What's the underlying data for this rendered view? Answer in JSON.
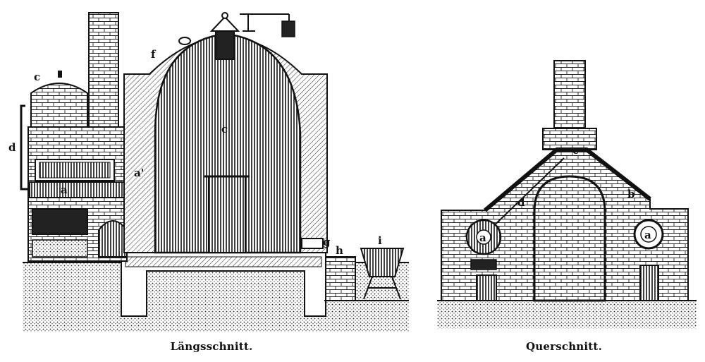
{
  "captions": {
    "left": "Längsschnitt.",
    "right": "Querschnitt."
  },
  "labels": {
    "long": {
      "c_top": "c",
      "c_chamber": "c",
      "d": "d",
      "a_channel": "a",
      "a_prime": "a'",
      "f": "f",
      "g": "g",
      "h": "h",
      "i": "i"
    },
    "cross": {
      "c": "c",
      "d": "d",
      "b": "b",
      "a_left": "a",
      "a_right": "a"
    }
  },
  "colors": {
    "ink": "#111111",
    "paper": "#ffffff"
  }
}
